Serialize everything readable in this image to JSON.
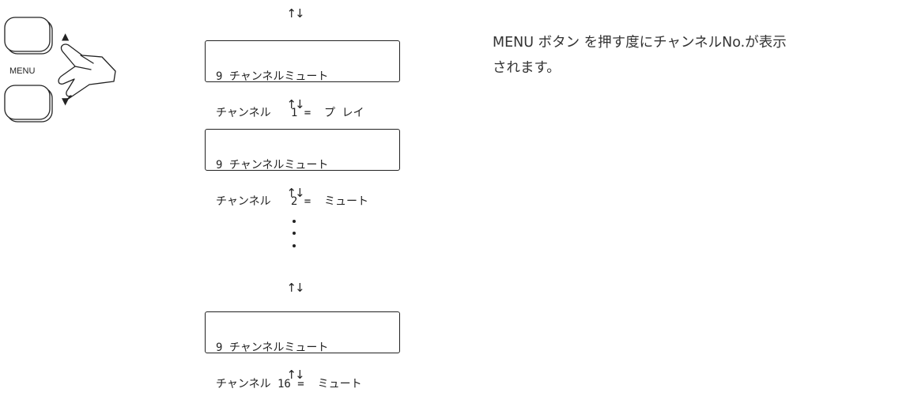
{
  "menu_control": {
    "label": "MENU",
    "up_arrow": "▲",
    "down_arrow": "▼"
  },
  "nav_arrows": "↑↓",
  "ellipsis": "⋮",
  "screens": [
    {
      "line1": "9 チャンネルミュート",
      "line2": "チャンネル   1 =  プ レイ"
    },
    {
      "line1": "9 チャンネルミュート",
      "line2": "チャンネル   2 =  ミュート"
    },
    {
      "line1": "9 チャンネルミュート",
      "line2": "チャンネル 16 =  ミュート"
    }
  ],
  "description": "MENU ボタン を押す度にチャンネルNo.が表示されます。"
}
